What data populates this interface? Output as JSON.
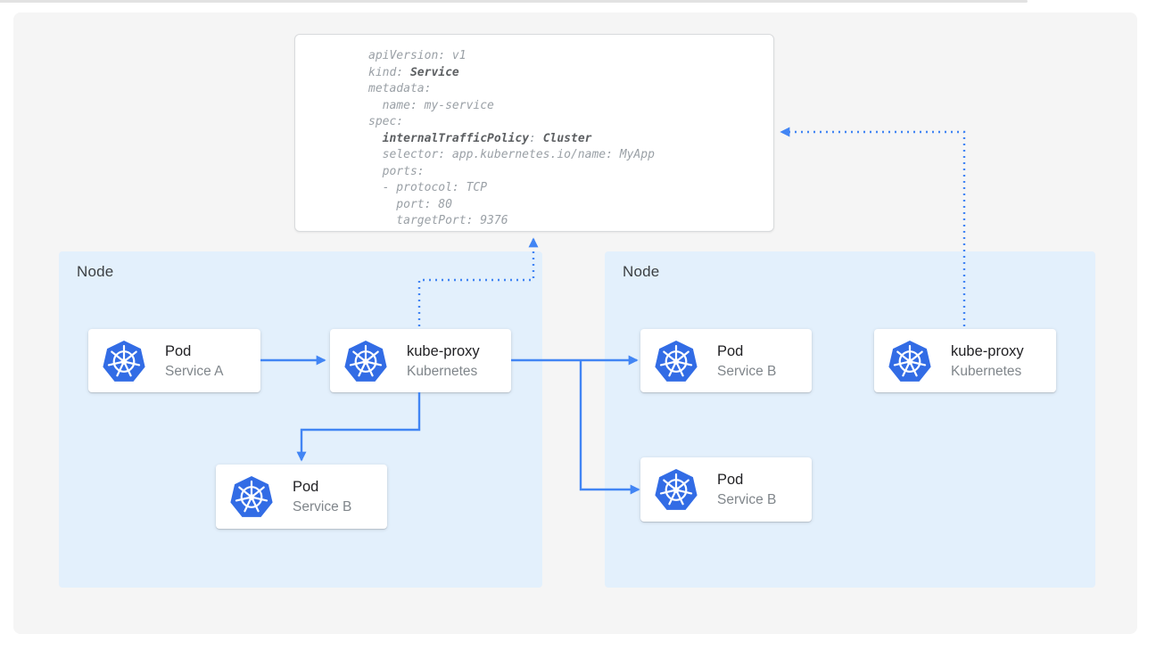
{
  "colors": {
    "arrow_blue": "#4285F4",
    "icon_blue": "#326CE5",
    "node_bg": "#E3F0FC",
    "panel_bg": "#F5F5F5",
    "yaml_regular": "#9AA0A6",
    "yaml_bold": "#5C5F62",
    "card_title": "#212124",
    "card_subtitle": "#80868B",
    "node_label": "#3C4043"
  },
  "icons": {
    "card_icon": "kubernetes-helm-wheel"
  },
  "yaml": {
    "lines": [
      [
        {
          "t": "apiVersion: v1"
        }
      ],
      [
        {
          "t": "kind: "
        },
        {
          "t": "Service",
          "b": true
        }
      ],
      [
        {
          "t": "metadata:"
        }
      ],
      [
        {
          "t": "  name: my-service"
        }
      ],
      [
        {
          "t": "spec:"
        }
      ],
      [
        {
          "t": "  "
        },
        {
          "t": "internalTrafficPolicy",
          "b": true
        },
        {
          "t": ": "
        },
        {
          "t": "Cluster",
          "b": true
        }
      ],
      [
        {
          "t": "  selector: app.kubernetes.io/name: MyApp"
        }
      ],
      [
        {
          "t": "  ports:"
        }
      ],
      [
        {
          "t": "  - protocol: TCP"
        }
      ],
      [
        {
          "t": "    port: 80"
        }
      ],
      [
        {
          "t": "    targetPort: 9376"
        }
      ]
    ]
  },
  "nodes": [
    {
      "label": "Node",
      "cards": {
        "pod_a": {
          "title": "Pod",
          "subtitle": "Service A"
        },
        "kube_proxy": {
          "title": "kube-proxy",
          "subtitle": "Kubernetes"
        },
        "pod_b": {
          "title": "Pod",
          "subtitle": "Service B"
        }
      }
    },
    {
      "label": "Node",
      "cards": {
        "pod_top": {
          "title": "Pod",
          "subtitle": "Service B"
        },
        "kube_proxy": {
          "title": "kube-proxy",
          "subtitle": "Kubernetes"
        },
        "pod_bottom": {
          "title": "Pod",
          "subtitle": "Service B"
        }
      }
    }
  ]
}
